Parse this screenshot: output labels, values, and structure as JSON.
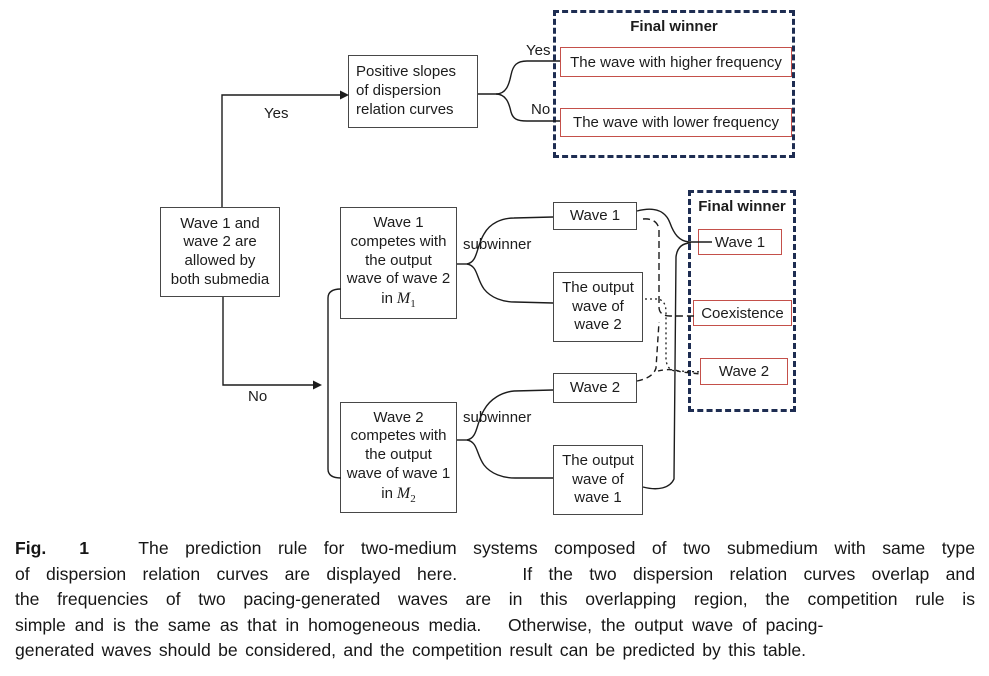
{
  "figure": {
    "decision_labels": {
      "yes_main": "Yes",
      "no_main": "No",
      "yes_branch": "Yes",
      "no_branch": "No",
      "subwinner1": "subwinner",
      "subwinner2": "subwinner"
    },
    "boxes": {
      "allowed": "Wave 1 and\nwave 2 are\nallowed by\nboth submedia",
      "positive_slopes": "Positive slopes\nof dispersion\nrelation curves",
      "competes1": {
        "lines": "Wave 1\ncompetes with\nthe output\nwave of wave 2",
        "in_label": "in",
        "var": "M",
        "sub": "1"
      },
      "competes2": {
        "lines": "Wave 2\ncompetes with\nthe output\nwave of wave 1",
        "in_label": "in",
        "var": "M",
        "sub": "2"
      },
      "wave1": "Wave 1",
      "output_wave2": "The output\nwave of\nwave 2",
      "wave2": "Wave 2",
      "output_wave1": "The output\nwave of\nwave 1"
    },
    "final_winner_top": {
      "title": "Final winner",
      "higher": "The wave with higher frequency",
      "lower": "The wave with lower frequency"
    },
    "final_winner_right": {
      "title": "Final winner",
      "wave1": "Wave 1",
      "coexistence": "Coexistence",
      "wave2": "Wave 2"
    },
    "colors": {
      "red_border": "#c4504a",
      "navy_dashed_border": "#1e2d52",
      "connector_line": "#1c1c1c",
      "box_border": "#474747"
    }
  },
  "caption": {
    "fig_label": "Fig.  1",
    "lines": [
      "   The prediction rule for two-medium systems composed of two submedium with same type",
      "of dispersion relation curves are displayed here.    If the two dispersion relation curves overlap and",
      "the frequencies of two pacing-generated waves are in this overlapping region, the competition rule is",
      "simple and is the same as that in homogeneous media.   Otherwise, the output wave of pacing-",
      "generated waves should be considered, and the competition result can be predicted by this table."
    ]
  }
}
